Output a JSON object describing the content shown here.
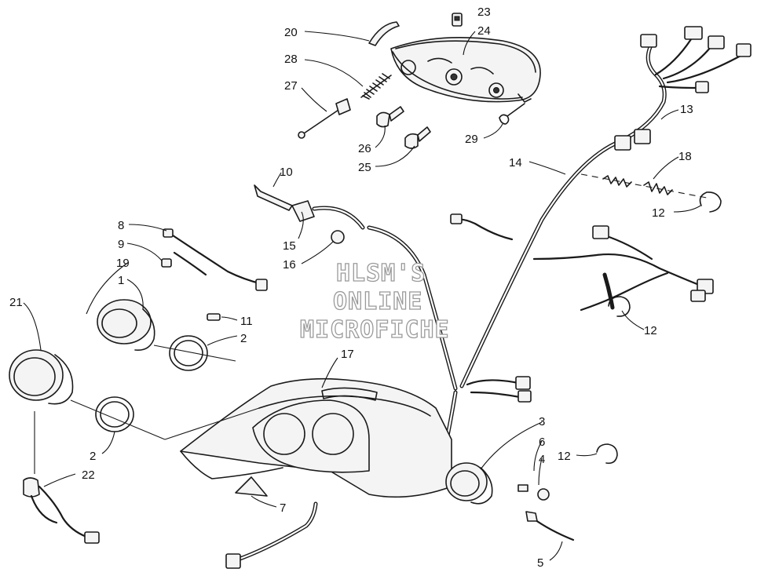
{
  "watermark": {
    "line1": "HLSM'S",
    "line2": "ONLINE",
    "line3": "MICROFICHE"
  },
  "callouts": {
    "n1": "1",
    "n2a": "2",
    "n2b": "2",
    "n3": "3",
    "n4": "4",
    "n5": "5",
    "n6": "6",
    "n7": "7",
    "n8": "8",
    "n9": "9",
    "n10": "10",
    "n11": "11",
    "n12a": "12",
    "n12b": "12",
    "n12c": "12",
    "n13": "13",
    "n14": "14",
    "n15": "15",
    "n16": "16",
    "n17": "17",
    "n18": "18",
    "n19": "19",
    "n20": "20",
    "n21": "21",
    "n22": "22",
    "n23": "23",
    "n24": "24",
    "n25": "25",
    "n26": "26",
    "n27": "27",
    "n28": "28",
    "n29": "29"
  },
  "colors": {
    "ink": "#1a1a1a",
    "watermark_outline": "#9a9a9a",
    "background": "#ffffff"
  }
}
